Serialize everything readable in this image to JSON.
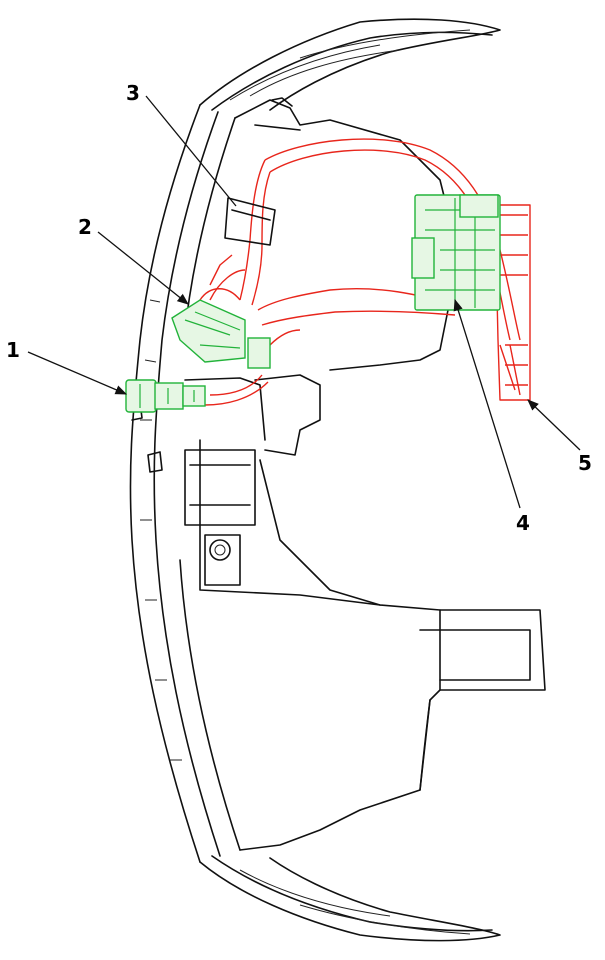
{
  "callouts": [
    {
      "id": "1",
      "label": "1"
    },
    {
      "id": "2",
      "label": "2"
    },
    {
      "id": "3",
      "label": "3"
    },
    {
      "id": "4",
      "label": "4"
    },
    {
      "id": "5",
      "label": "5"
    }
  ],
  "colors": {
    "outline": "#111111",
    "harness": "#e8261c",
    "connector": "#22b33a"
  }
}
